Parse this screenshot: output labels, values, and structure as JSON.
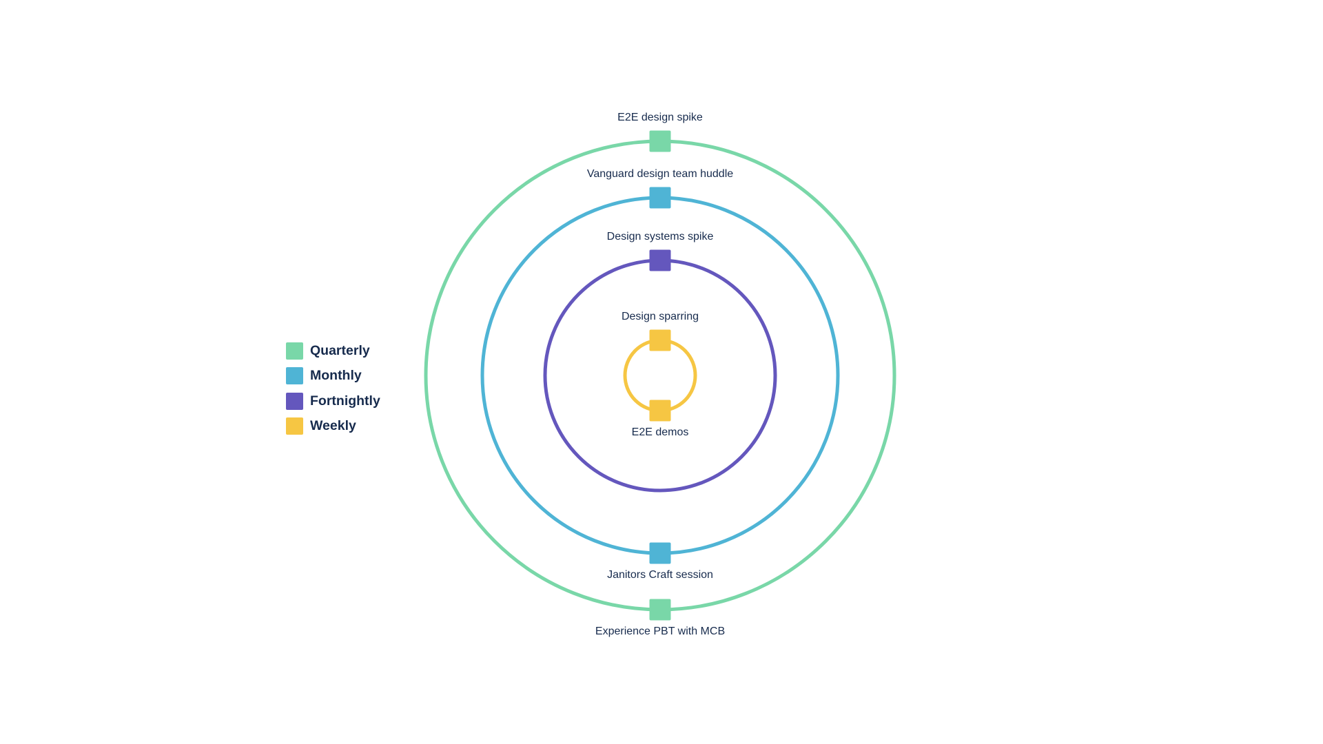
{
  "colors": {
    "quarterly": "#79d7a8",
    "monthly": "#4fb4d5",
    "fortnightly": "#6457bd",
    "weekly": "#f6c643",
    "text": "#172b4d"
  },
  "legend": [
    {
      "label": "Quarterly",
      "color": "#79d7a8"
    },
    {
      "label": "Monthly",
      "color": "#4fb4d5"
    },
    {
      "label": "Fortnightly",
      "color": "#6457bd"
    },
    {
      "label": "Weekly",
      "color": "#f6c643"
    }
  ],
  "rings": [
    {
      "cadence": "Quarterly",
      "color": "#79d7a8",
      "events": [
        {
          "label": "E2E design spike",
          "position": "top"
        },
        {
          "label": "Experience PBT with MCB",
          "position": "bottom"
        }
      ]
    },
    {
      "cadence": "Monthly",
      "color": "#4fb4d5",
      "events": [
        {
          "label": "Vanguard design team huddle",
          "position": "top"
        },
        {
          "label": "Janitors Craft session",
          "position": "bottom"
        }
      ]
    },
    {
      "cadence": "Fortnightly",
      "color": "#6457bd",
      "events": [
        {
          "label": "Design systems spike",
          "position": "top"
        }
      ]
    },
    {
      "cadence": "Weekly",
      "color": "#f6c643",
      "events": [
        {
          "label": "Design sparring",
          "position": "top"
        },
        {
          "label": "E2E demos",
          "position": "bottom"
        }
      ]
    }
  ]
}
